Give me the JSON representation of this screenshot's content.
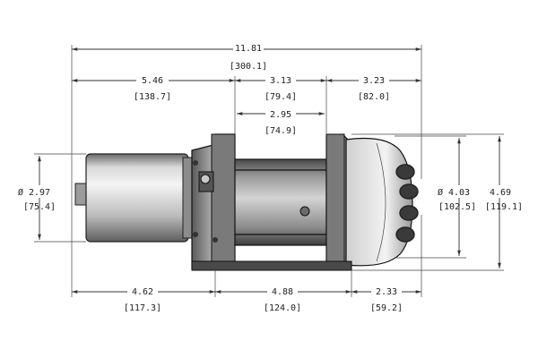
{
  "dimensions": {
    "overall_length": {
      "in": "11.81",
      "mm": "[300.1]"
    },
    "motor_section": {
      "in": "5.46",
      "mm": "[138.7]"
    },
    "drum_section": {
      "in": "3.13",
      "mm": "[79.4]"
    },
    "gear_section": {
      "in": "3.23",
      "mm": "[82.0]"
    },
    "drum_inner": {
      "in": "2.95",
      "mm": "[74.9]"
    },
    "motor_diameter": {
      "in": "Ø 2.97",
      "mm": "[75.4]"
    },
    "gear_diameter": {
      "in": "Ø 4.03",
      "mm": "[102.5]"
    },
    "overall_height": {
      "in": "4.69",
      "mm": "[119.1]"
    },
    "base_left": {
      "in": "4.62",
      "mm": "[117.3]"
    },
    "base_mid": {
      "in": "4.88",
      "mm": "[124.0]"
    },
    "base_right": {
      "in": "2.33",
      "mm": "[59.2]"
    }
  }
}
